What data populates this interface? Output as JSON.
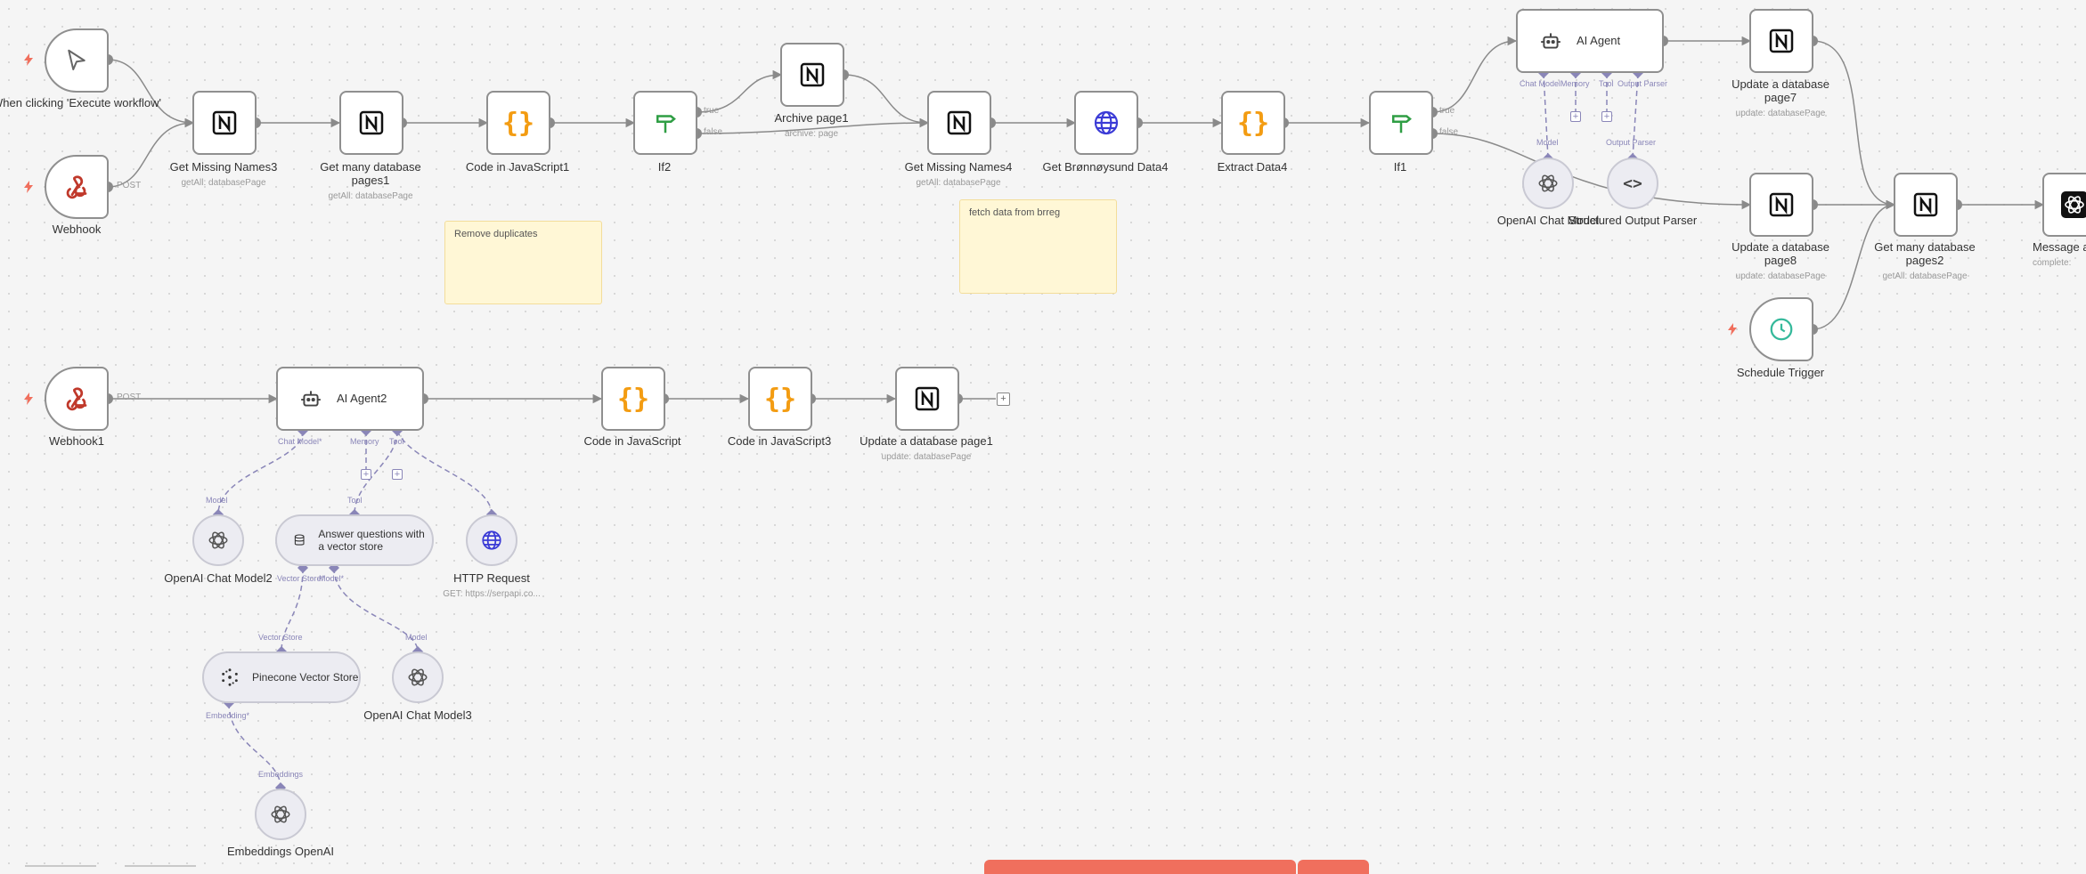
{
  "nodes": {
    "manual_trigger": {
      "name": "When clicking 'Execute workflow'"
    },
    "webhook": {
      "name": "Webhook"
    },
    "get_missing_names3": {
      "name": "Get Missing Names3",
      "sub": "getAll: databasePage"
    },
    "get_many_pages1": {
      "name": "Get many database pages1",
      "sub": "getAll: databasePage"
    },
    "code_js1": {
      "name": "Code in JavaScript1"
    },
    "if2": {
      "name": "If2"
    },
    "archive_page1": {
      "name": "Archive page1",
      "sub": "archive: page"
    },
    "get_missing_names4": {
      "name": "Get Missing Names4",
      "sub": "getAll: databasePage"
    },
    "get_bronnoysund4": {
      "name": "Get Brønnøysund Data4"
    },
    "extract_data4": {
      "name": "Extract Data4"
    },
    "if1": {
      "name": "If1"
    },
    "ai_agent": {
      "name": "AI Agent"
    },
    "openai_chat_model": {
      "name": "OpenAI Chat Model"
    },
    "structured_parser": {
      "name": "Structured Output Parser"
    },
    "update_page7": {
      "name": "Update a database page7",
      "sub": "update: databasePage"
    },
    "update_page8": {
      "name": "Update a database page8",
      "sub": "update: databasePage"
    },
    "get_many_pages2": {
      "name": "Get many database pages2",
      "sub": "getAll: databasePage"
    },
    "message_a": {
      "name": "Message a",
      "sub": "complete:"
    },
    "schedule_trigger": {
      "name": "Schedule Trigger"
    },
    "webhook1": {
      "name": "Webhook1"
    },
    "ai_agent2": {
      "name": "AI Agent2"
    },
    "code_js": {
      "name": "Code in JavaScript"
    },
    "code_js3": {
      "name": "Code in JavaScript3"
    },
    "update_page1": {
      "name": "Update a database page1",
      "sub": "update: databasePage"
    },
    "openai_chat_model2": {
      "name": "OpenAI Chat Model2"
    },
    "answer_vector": {
      "name": "Answer questions with a vector store"
    },
    "http_request": {
      "name": "HTTP Request",
      "sub": "GET: https://serpapi.co..."
    },
    "pinecone": {
      "name": "Pinecone Vector Store"
    },
    "openai_chat_model3": {
      "name": "OpenAI Chat Model3"
    },
    "embeddings_openai": {
      "name": "Embeddings OpenAI"
    }
  },
  "ports": {
    "chat_model": "Chat Model",
    "memory": "Memory",
    "tool": "Tool",
    "output_parser": "Output Parser",
    "model": "Model",
    "chat_model_req": "Chat Model*",
    "vector_store_req": "Vector Store*",
    "model_req": "Model*",
    "vector_store": "Vector Store",
    "embedding_req": "Embedding*",
    "embeddings": "Embeddings"
  },
  "edge_labels": {
    "post": "POST",
    "true": "true",
    "false": "false"
  },
  "stickies": {
    "remove_duplicates": "Remove duplicates",
    "fetch_brreg": "fetch data from brreg"
  },
  "icons": {
    "trigger": "lightning-bolt-icon",
    "cursor": "cursor-icon",
    "webhook": "webhook-icon",
    "notion": "notion-icon",
    "code": "code-braces-icon",
    "if": "signpost-icon",
    "http": "globe-icon",
    "agent": "robot-icon",
    "openai": "openai-icon",
    "parser": "code-brackets-icon",
    "clock": "clock-icon",
    "database": "database-icon",
    "pinecone": "pinecone-icon"
  },
  "colors": {
    "canvas": "#f5f5f5",
    "edge": "#8a8a8a",
    "port": "#8a86b8",
    "trigger_bolt": "#f06f5d",
    "code_orange": "#f39c12",
    "if_green": "#2f9e44",
    "globe_blue": "#3b3bd6",
    "clock_teal": "#35b99b",
    "sticky": "#fff7d6",
    "bottom_bar": "#f06f5d"
  }
}
